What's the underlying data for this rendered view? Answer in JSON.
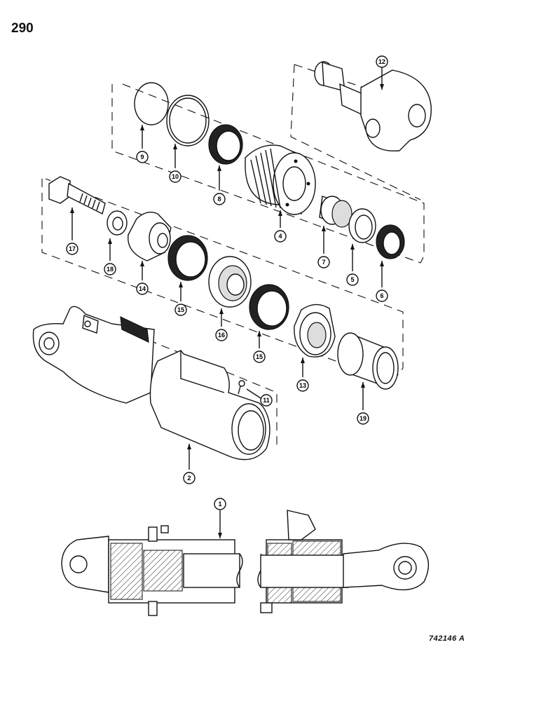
{
  "page": {
    "number": "290",
    "figure_code": "742146 A"
  },
  "callouts": {
    "c1": "1",
    "c2": "2",
    "c4": "4",
    "c5": "5",
    "c6": "6",
    "c7": "7",
    "c8": "8",
    "c9": "9",
    "c10": "10",
    "c11": "11",
    "c12": "12",
    "c13": "13",
    "c14": "14",
    "c15a": "15",
    "c15b": "15",
    "c16": "16",
    "c17": "17",
    "c18": "18",
    "c19": "19"
  }
}
